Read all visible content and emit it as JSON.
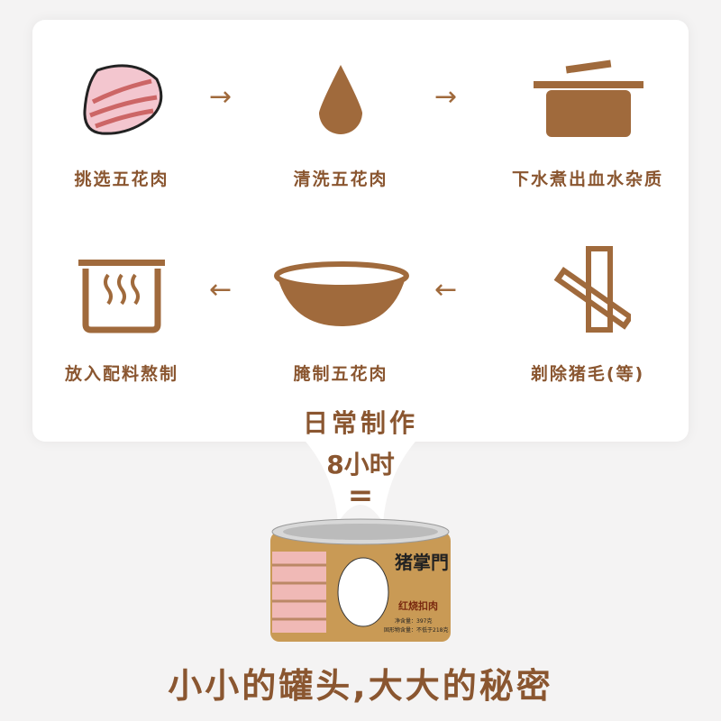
{
  "steps": [
    {
      "label": "挑选五花肉",
      "icon": "pork-belly-icon"
    },
    {
      "label": "清洗五花肉",
      "icon": "water-drop-icon"
    },
    {
      "label": "下水煮出血水杂质",
      "icon": "pot-icon"
    },
    {
      "label": "剃除猪毛(等)",
      "icon": "knife-icon"
    },
    {
      "label": "腌制五花肉",
      "icon": "bowl-icon"
    },
    {
      "label": "放入配料熬制",
      "icon": "steaming-pot-icon"
    }
  ],
  "arrows": {
    "right": "→",
    "left": "←"
  },
  "summary": {
    "line1": "日常制作",
    "line2": "8小时",
    "equals": "="
  },
  "can": {
    "brand": "猪掌門",
    "product": "红烧扣肉",
    "net": "净含量：397克",
    "solid": "固形物含量：不低于218克"
  },
  "tagline": "小小的罐头,大大的秘密",
  "colors": {
    "brown": "#8a5630",
    "icon": "#a06a3c",
    "bg": "#f4f3f3"
  }
}
